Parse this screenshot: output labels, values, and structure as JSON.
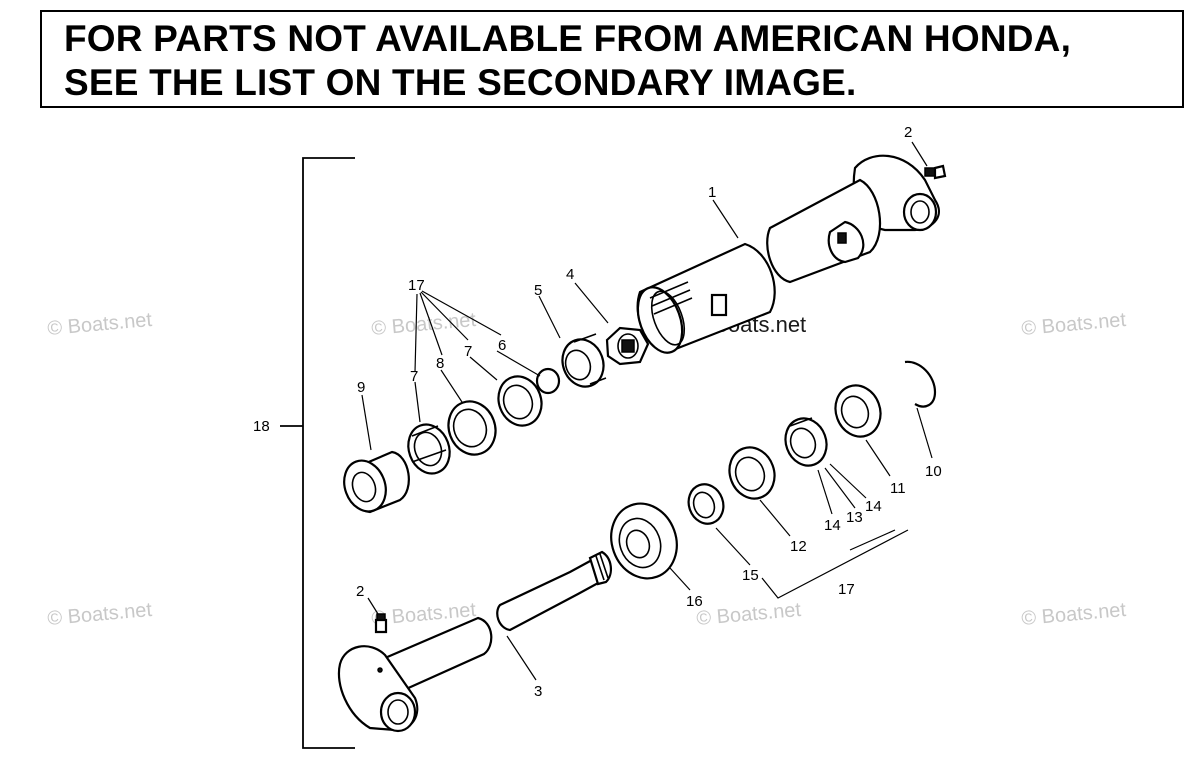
{
  "notice": {
    "line1": "FOR PARTS NOT AVAILABLE FROM AMERICAN HONDA,",
    "line2": "SEE THE LIST ON THE SECONDARY IMAGE."
  },
  "watermarks": {
    "text": "© Boats.net",
    "center_text": "©Boats.net"
  },
  "callouts": {
    "p1": "1",
    "p2a": "2",
    "p2b": "2",
    "p3": "3",
    "p4": "4",
    "p5": "5",
    "p6": "6",
    "p7a": "7",
    "p7b": "7",
    "p8": "8",
    "p9": "9",
    "p10": "10",
    "p11": "11",
    "p12": "12",
    "p13": "13",
    "p14a": "14",
    "p14b": "14",
    "p15": "15",
    "p16": "16",
    "p17a": "17",
    "p17b": "17",
    "p18": "18"
  }
}
